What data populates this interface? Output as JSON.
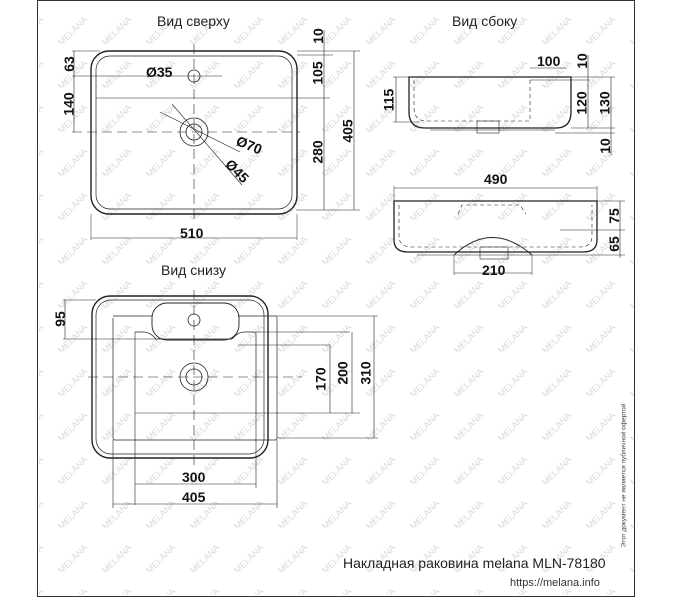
{
  "views": {
    "top": {
      "title": "Вид сверху"
    },
    "side": {
      "title": "Вид сбоку"
    },
    "bottom": {
      "title": "Вид снизу"
    }
  },
  "dimensions": {
    "top": {
      "width": "510",
      "depth": "405",
      "rim_top": "10",
      "tap_offset": "105",
      "drain_offset": "280",
      "tap_from_edge": "63",
      "tap_to_drain": "140",
      "tap_hole": "Ø35",
      "drain_outer": "Ø70",
      "drain_inner": "Ø45"
    },
    "side": {
      "ledge_width": "100",
      "bowl_depth": "115",
      "top_thickness": "10",
      "inner_height": "120",
      "total_height": "130",
      "base_thickness": "10",
      "length": "490",
      "upper_height": "75",
      "lower_height": "65",
      "base_width": "210"
    },
    "bottom": {
      "tap_deck": "95",
      "inner_170": "170",
      "inner_200": "200",
      "outer_310": "310",
      "base_300": "300",
      "base_405": "405"
    }
  },
  "watermark": "MELANA",
  "footer": {
    "title": "Накладная раковина melana MLN-78180",
    "url": "https://melana.info",
    "disclaimer": "Этот документ не является публичной офертой"
  },
  "colors": {
    "line": "#222222",
    "thin_line": "#555555",
    "watermark": "#d9d9d9",
    "frame": "#333333"
  }
}
